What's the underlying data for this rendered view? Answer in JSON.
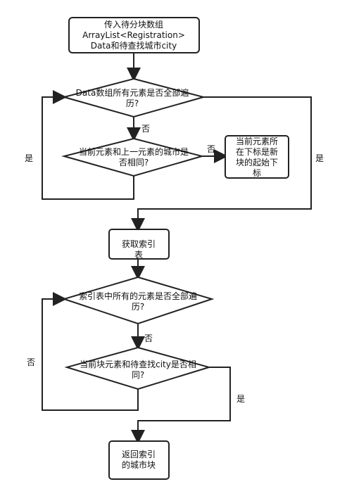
{
  "nodes": {
    "start_box": {
      "lines": [
        "传入待分块数组",
        "ArrayList<Registration>",
        "Data和待查找城市city"
      ]
    },
    "decision_1": {
      "lines": [
        "Data数组所有元素是否全部遍",
        "历?"
      ]
    },
    "decision_2": {
      "lines": [
        "当前元素和上一元素的城市是",
        "否相同?"
      ]
    },
    "right_box": {
      "lines": [
        "当前元素所",
        "在下标是新",
        "块的起始下",
        "标"
      ]
    },
    "index_box": {
      "lines": [
        "获取索引",
        "表"
      ]
    },
    "decision_3": {
      "lines": [
        "索引表中所有的元素是否全部遍",
        "历?"
      ]
    },
    "decision_4": {
      "lines": [
        "当前块元素和待查找city是否相",
        "同?"
      ]
    },
    "return_box": {
      "lines": [
        "返回索引",
        "的城市块"
      ]
    }
  },
  "labels": {
    "no_1": "否",
    "no_2": "否",
    "yes_left_1": "是",
    "yes_right_1": "是",
    "no_3": "否",
    "no_left_2": "否",
    "yes_bottom": "是"
  }
}
